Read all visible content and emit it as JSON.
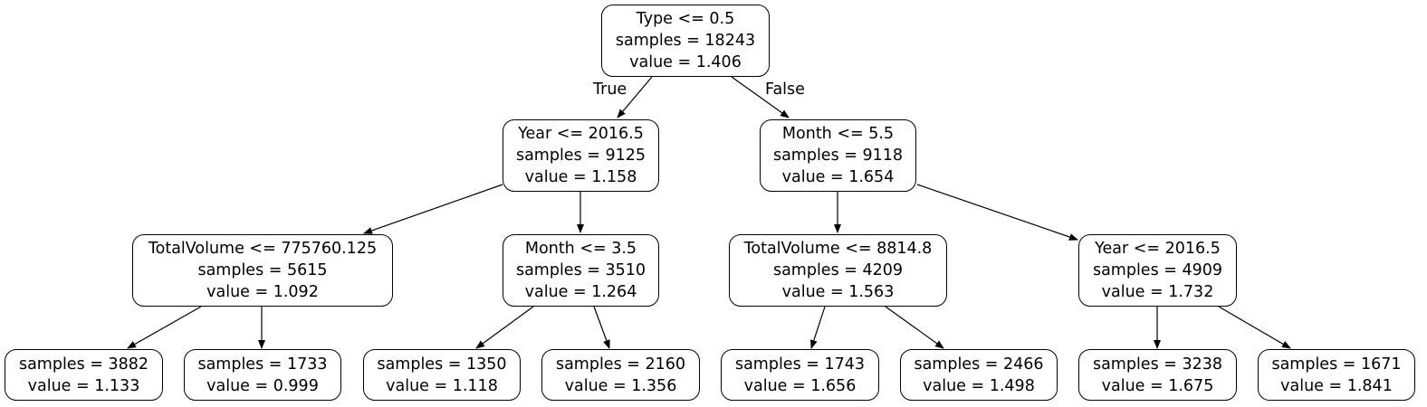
{
  "nodes": {
    "root": {
      "split": "Type <= 0.5",
      "samples": "samples = 18243",
      "value": "value = 1.406"
    },
    "l": {
      "split": "Year <= 2016.5",
      "samples": "samples = 9125",
      "value": "value = 1.158"
    },
    "r": {
      "split": "Month <= 5.5",
      "samples": "samples = 9118",
      "value": "value = 1.654"
    },
    "ll": {
      "split": "TotalVolume <= 775760.125",
      "samples": "samples = 5615",
      "value": "value = 1.092"
    },
    "lr": {
      "split": "Month <= 3.5",
      "samples": "samples = 3510",
      "value": "value = 1.264"
    },
    "rl": {
      "split": "TotalVolume <= 8814.8",
      "samples": "samples = 4209",
      "value": "value = 1.563"
    },
    "rr": {
      "split": "Year <= 2016.5",
      "samples": "samples = 4909",
      "value": "value = 1.732"
    },
    "lll": {
      "samples": "samples = 3882",
      "value": "value = 1.133"
    },
    "llr": {
      "samples": "samples = 1733",
      "value": "value = 0.999"
    },
    "lrl": {
      "samples": "samples = 1350",
      "value": "value = 1.118"
    },
    "lrr": {
      "samples": "samples = 2160",
      "value": "value = 1.356"
    },
    "rll": {
      "samples": "samples = 1743",
      "value": "value = 1.656"
    },
    "rlr": {
      "samples": "samples = 2466",
      "value": "value = 1.498"
    },
    "rrl": {
      "samples": "samples = 3238",
      "value": "value = 1.675"
    },
    "rrr": {
      "samples": "samples = 1671",
      "value": "value = 1.841"
    }
  },
  "edge_labels": {
    "true": "True",
    "false": "False"
  }
}
